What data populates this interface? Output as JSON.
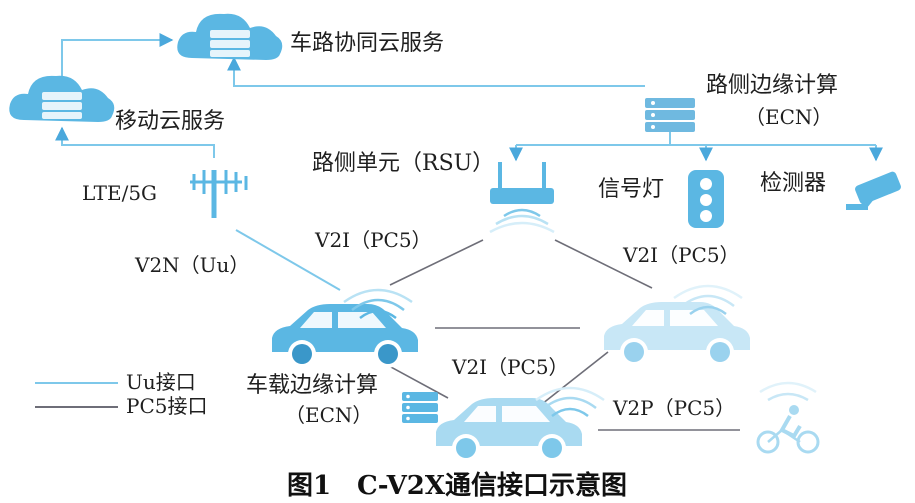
{
  "labels": {
    "cloud_v2x": "车路协同云服务",
    "cloud_mobile": "移动云服务",
    "ecn_road_title": "路侧边缘计算",
    "ecn_road_sub": "（ECN）",
    "rsu": "路侧单元（RSU）",
    "traffic_light": "信号灯",
    "detector": "检测器",
    "lte": "LTE/5G",
    "v2n": "V2N（Uu）",
    "v2i_left": "V2I（PC5）",
    "v2i_right": "V2I（PC5）",
    "v2i_bottom": "V2I（PC5）",
    "v2p": "V2P（PC5）",
    "ecn_vehicle_title": "车载边缘计算",
    "ecn_vehicle_sub": "（ECN）",
    "legend_uu": "Uu接口",
    "legend_pc5": "PC5接口"
  },
  "caption": "图1　C-V2X通信接口示意图",
  "colors": {
    "uu_line": "#7ec8ea",
    "pc5_line": "#6e6e78",
    "icon_blue": "#5bb7e3",
    "icon_light": "#b9e2f4",
    "arrow": "#4aa8dc"
  }
}
